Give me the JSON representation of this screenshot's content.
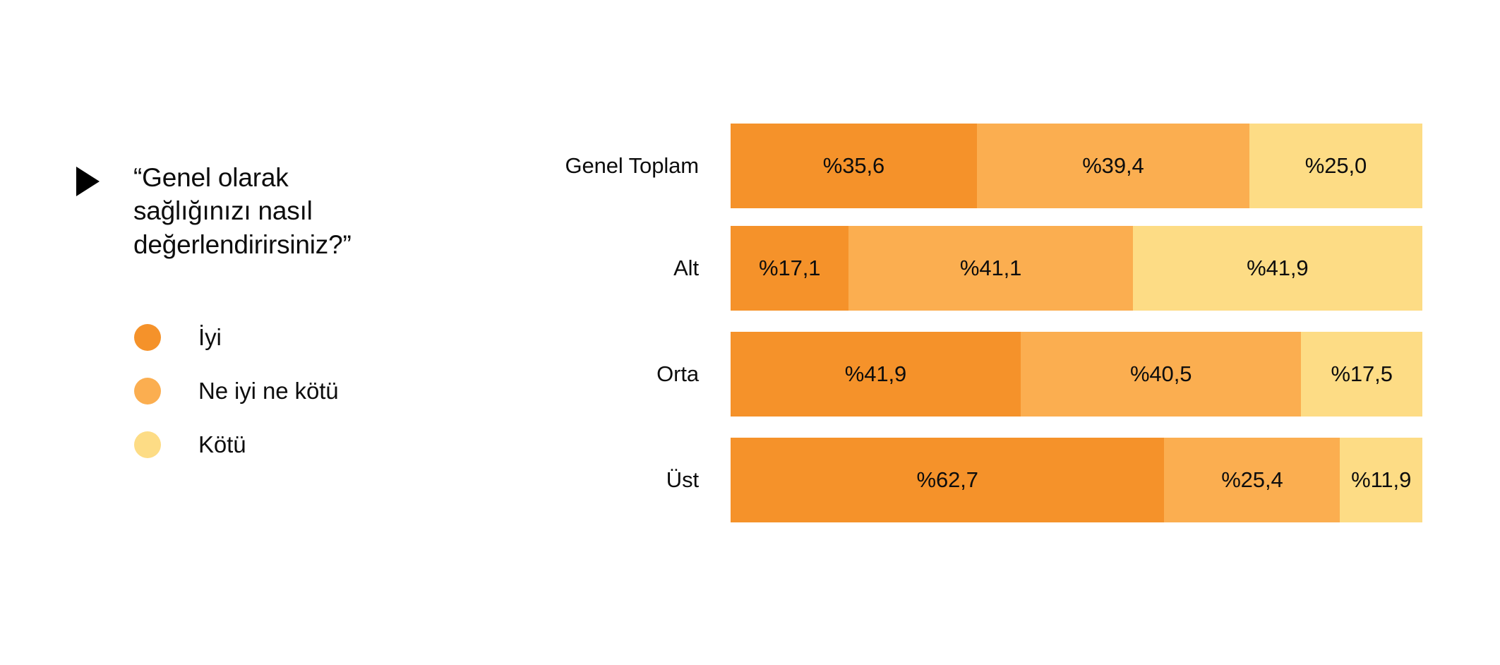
{
  "question": {
    "marker_icon": "play-triangle-icon",
    "text": "“Genel olarak\nsağlığınızı nasıl\ndeğerlendirirsiniz?”"
  },
  "legend": {
    "items": [
      {
        "label": "İyi",
        "color": "#F5922A"
      },
      {
        "label": "Ne iyi ne kötü",
        "color": "#FBAE50"
      },
      {
        "label": "Kötü",
        "color": "#FDDC85"
      }
    ]
  },
  "chart_data": {
    "type": "bar",
    "orientation": "horizontal",
    "stacked": true,
    "normalized": true,
    "title": "“Genel olarak sağlığınızı nasıl değerlendirirsiniz?”",
    "xlabel": "",
    "ylabel": "",
    "xlim": [
      0,
      100
    ],
    "grid": false,
    "legend_position": "left",
    "categories": [
      "Genel Toplam",
      "Alt",
      "Orta",
      "Üst"
    ],
    "series": [
      {
        "name": "İyi",
        "color": "#F5922A",
        "values": [
          35.6,
          17.1,
          41.9,
          62.7
        ],
        "labels": [
          "%35,6",
          "%17,1",
          "%41,9",
          "%62,7"
        ]
      },
      {
        "name": "Ne iyi ne kötü",
        "color": "#FBAE50",
        "values": [
          39.4,
          41.1,
          40.5,
          25.4
        ],
        "labels": [
          "%39,4",
          "%41,1",
          "%40,5",
          "%25,4"
        ]
      },
      {
        "name": "Kötü",
        "color": "#FDDC85",
        "values": [
          25.0,
          41.9,
          17.5,
          11.9
        ],
        "labels": [
          "%25,0",
          "%41,9",
          "%17,5",
          "%11,9"
        ]
      }
    ]
  }
}
